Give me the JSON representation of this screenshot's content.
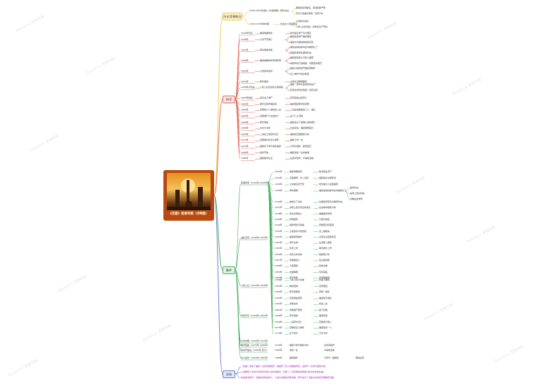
{
  "colors": {
    "root_bg": "#b8490f",
    "bg_branch": "#f3c84a",
    "history_branch": "#e56b5b",
    "events_branch": "#4cae63",
    "summary_branch": "#6b7fd6",
    "summary_text": "#a020b0"
  },
  "root": {
    "caption": "《活着》思维导图（详细版）",
    "icon": "book-cover-image"
  },
  "sections": [
    {
      "label": "历史背景概况"
    },
    {
      "label": "时代"
    },
    {
      "label": "事件"
    },
    {
      "label": "总结"
    }
  ],
  "bg_nodes": [
    {
      "parent": "1940-1949年战乱（内战时期）",
      "mid": "国共内战",
      "children": [
        "国统区经济崩溃，通货膨胀严重",
        "农村土地兼并加剧，贫富分化"
      ]
    },
    {
      "parent": "1949-1976年新中国",
      "mid": "社会主义改造建设",
      "children": [
        "土地改革运动",
        "人民公社化运动，集体化生产劳动"
      ]
    }
  ],
  "history_nodes": [
    {
      "year": "1940年代初",
      "desc": "福贵嗜赌成性",
      "detail": "败光祖业家产沦为佃农"
    },
    {
      "year": "1946年",
      "desc": "父亲气死病亡",
      "detail": [
        "福贵变卖家产偿还赌债",
        "福贵沦为租地种田的农民"
      ]
    },
    {
      "year": "1947年",
      "desc": "母亲病重求医",
      "detail": [
        "福贵进城请郎中途中被抓壮丁",
        "随国民党军队辗转作战"
      ]
    },
    {
      "year": "1948年",
      "desc": "福贵被解放军俘虏获释",
      "detail": [
        "福贵回到家乡与家人团聚",
        "得知母亲已经病逝，凤霞变成哑巴"
      ]
    },
    {
      "year": "1950年",
      "desc": "土地改革运动",
      "detail": [
        "福贵分得田地开始勤劳耕作",
        "龙二被作为地主枪毙"
      ]
    },
    {
      "year": "1953年",
      "desc": "家珍病倒",
      "detail": "全家生活艰难困苦"
    },
    {
      "year": "1958年大跃进",
      "desc": "人民公社化运动大炼钢铁",
      "detail": [
        "福贵一家参与集体劳动生产",
        "有庆在学校长跑第一名获表扬"
      ]
    },
    {
      "year": "1960年前后",
      "desc": "县长夫人难产",
      "detail": "有庆献血过多死亡"
    },
    {
      "year": "1961年",
      "desc": "家珍患软骨病卧床",
      "detail": "福贵照顾家珍和凤霞"
    },
    {
      "year": "1964年",
      "desc": "凤霞经人介绍嫁给二喜",
      "detail": "二喜是城里搬运工人，偏头"
    },
    {
      "year": "1965年",
      "desc": "凤霞难产大出血死亡",
      "detail": "生下儿子苦根"
    },
    {
      "year": "1966年",
      "desc": "家珍病逝",
      "detail": "福贵失去了相濡以沫的妻子"
    },
    {
      "year": "1968年",
      "desc": "文化大革命",
      "detail": "社会动荡，福贵艰难度日"
    },
    {
      "year": "1969年",
      "desc": "二喜在工地意外身亡",
      "detail": "福贵和苦根相依为命"
    },
    {
      "year": "1975年",
      "desc": "苦根病中吃豆子撑死",
      "detail": "福贵孑然一身"
    },
    {
      "year": "1976年",
      "desc": "福贵买下老牛取名福贵",
      "detail": "与老牛相伴，耕田度日"
    },
    {
      "year": "1980年",
      "desc": "改革开放",
      "detail": "福贵讲述一生的故事"
    },
    {
      "year": "1985年",
      "desc": "福贵晚年生活",
      "detail": "在田间劳作，平静地活着"
    }
  ],
  "event_groups": [
    {
      "label": "家族败落（1940年-1946年）"
    },
    {
      "label": "战乱流离（1946年-1949年）"
    },
    {
      "label": "人民公社（1950年-1958年）"
    },
    {
      "label": "饥荒岁月（1958年-1960年）"
    },
    {
      "label": "文革时期（1966年-1976年）"
    },
    {
      "label": "晚年孤独（1976年-1985年）"
    },
    {
      "label": "改革开放后（1980年-至今）"
    },
    {
      "label": "亲人逝去（1960年-1980年）"
    }
  ],
  "event_rows_group1": [
    {
      "date": "1940年",
      "a": "福贵嗜赌成性",
      "b": "败光祖业家产"
    },
    {
      "date": "1943年",
      "a": "沉迷赌博，龙二设局",
      "b": "福贵输光全部家当"
    },
    {
      "date": "1945年",
      "a": "父亲被活活气死",
      "b": "家珍被丈人接回娘家"
    },
    {
      "date": "1946年",
      "a": "母亲病重",
      "b": "福贵进城请郎中途中被抓壮丁",
      "c": [
        "随军作战",
        "战场上结识春生",
        "目睹战友惨死"
      ]
    }
  ],
  "event_rows_group2": [
    {
      "date": "1946年",
      "a": "被抓壮丁当兵",
      "b": "在国民党军队中辗转作战"
    },
    {
      "date": "1947年",
      "a": "战场上结识老全和春生",
      "b": "在战壕中相依为命"
    },
    {
      "date": "1948年",
      "a": "老全中弹身亡",
      "b": "被解放军俘虏"
    },
    {
      "date": "1949年",
      "a": "获释回家",
      "b": "与家珍重逢"
    },
    {
      "date": "1949年",
      "a": "得知母亲已病逝",
      "b": "凤霞因高烧变哑"
    },
    {
      "date": "1950年",
      "a": "土地改革分到田地",
      "b": "龙二被枪毙"
    },
    {
      "date": "1951年",
      "a": "福贵勤劳耕作",
      "b": "全家生活逐渐安定"
    },
    {
      "date": "1953年",
      "a": "家珍生病",
      "b": "生活陷入困顿"
    },
    {
      "date": "1955年",
      "a": "有庆上学",
      "b": "每天跑步上学"
    },
    {
      "date": "1956年",
      "a": "有庆为羊割草",
      "b": "照顾两只羊"
    },
    {
      "date": "1957年",
      "a": "凤霞被送人",
      "b": "后又被领回"
    },
    {
      "date": "1958年",
      "a": "大炼钢铁",
      "b": "集体食堂"
    },
    {
      "date": "1959年",
      "a": "食堂解散",
      "b": "饥荒来临"
    },
    {
      "date": "1960年",
      "a": "家珍病重",
      "b": "到城里看病"
    }
  ],
  "event_rows_group3": [
    {
      "date": "1958年",
      "a": "人民公社大食堂",
      "b": "吃饭不要钱"
    },
    {
      "date": "1959年",
      "a": "粮食短缺",
      "b": "饥荒蔓延"
    },
    {
      "date": "1960年",
      "a": "家珍回娘家",
      "b": "带回一袋米"
    }
  ],
  "event_rows_group4": [
    {
      "date": "1960年",
      "a": "有庆献血而死",
      "b": "福贵痛不欲生"
    },
    {
      "date": "1964年",
      "a": "凤霞出嫁",
      "b": "嫁给二喜"
    },
    {
      "date": "1965年",
      "a": "凤霞难产而死",
      "b": "留下苦根"
    },
    {
      "date": "1966年",
      "a": "家珍病逝",
      "b": "福贵悲痛"
    },
    {
      "date": "1969年",
      "a": "二喜意外身亡",
      "b": "苦根成为孤儿"
    },
    {
      "date": "1975年",
      "a": "苦根吃豆子撑死",
      "b": "福贵孤身一人"
    },
    {
      "date": "1976年",
      "a": "买下老牛",
      "b": "与牛为伴"
    }
  ],
  "event_rows_tail": [
    {
      "date": "1976年",
      "a": "福贵与老牛相依为命",
      "b": "在田间耕作"
    },
    {
      "date": "1980年",
      "a": "讲述一生",
      "b": "平静地活着"
    },
    {
      "date": "1985年",
      "a": "福贵晚年",
      "b": "与老牛一起耕田",
      "c": "看透生死"
    }
  ],
  "summary_lines": [
    "《活着》讲述了福贵一生的苦难经历，他经历了亲人的相继离世，最终与一头老牛相依为命。",
    "小说展现了在时代洪流中普通人的命运起伏，表现了人对苦难的承受能力和对生命的执着。",
    "作品告诉我们：活着本身就是意义，人是为活着本身而活着，而不是为了活着之外的任何事物所活着。"
  ],
  "watermark": "Boardmix 思维导图"
}
